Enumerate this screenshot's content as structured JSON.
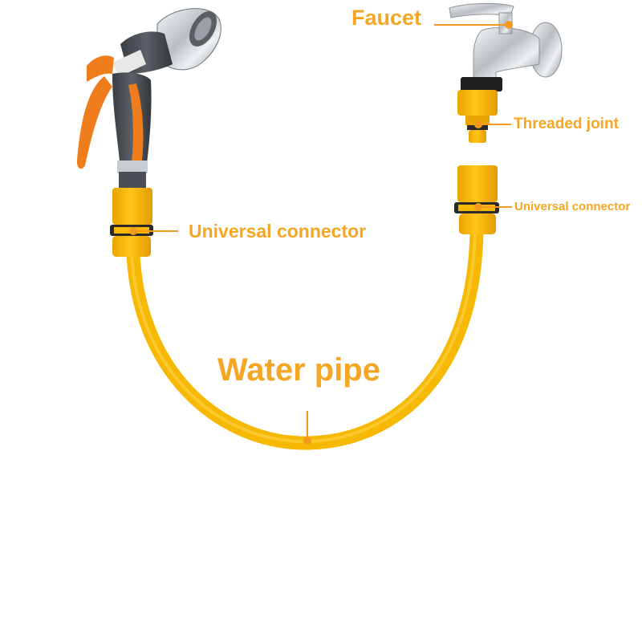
{
  "colors": {
    "accent": "#f5a623",
    "hose": "#f6b800",
    "hose_dark": "#e8a500",
    "connector_ring": "#2a2a2a",
    "leader": "#f39a1e",
    "gun_body": "#4a4f55",
    "gun_orange": "#f07d1c",
    "faucet_chrome": "#c9cdd1"
  },
  "icons": {
    "spray_gun": "spray-gun-icon",
    "faucet": "faucet-icon"
  },
  "labels": {
    "faucet": "Faucet",
    "threaded_joint": "Threaded joint",
    "universal_connector_right": "Universal connector",
    "universal_connector_left": "Universal connector",
    "water_pipe": "Water pipe"
  }
}
